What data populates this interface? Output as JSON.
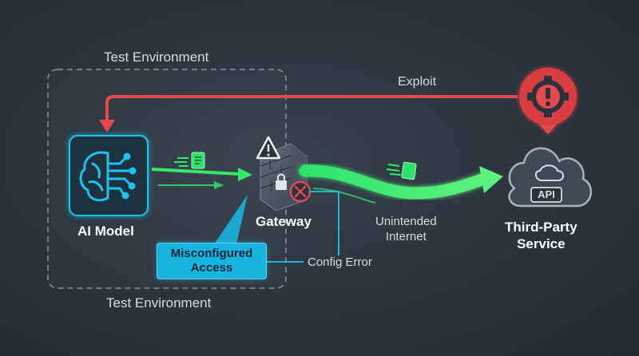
{
  "labels": {
    "env_top": "Test Environment",
    "env_bottom": "Test Environment",
    "exploit": "Exploit",
    "ai_model": "AI Model",
    "gateway": "Gateway",
    "unintended_line1": "Unintended",
    "unintended_line2": "Internet",
    "service_line1": "Third-Party",
    "service_line2": "Service",
    "misconfigured_line1": "Misconfigured",
    "misconfigured_line2": "Access",
    "config_error": "Config Error",
    "api": "API"
  },
  "icons": {
    "ai_model": "brain-circuit-icon",
    "gateway": "firewall-lock-icon",
    "gateway_warning": "warning-triangle-icon",
    "gateway_error": "error-x-icon",
    "service": "cloud-icon",
    "exploit": "alert-gear-icon",
    "packet": "document-icon"
  },
  "colors": {
    "background": "#2b333c",
    "accent_cyan": "#1fc3ec",
    "flow_green": "#36e86a",
    "exploit_red": "#e5484d",
    "environment_border": "#8a939c"
  }
}
